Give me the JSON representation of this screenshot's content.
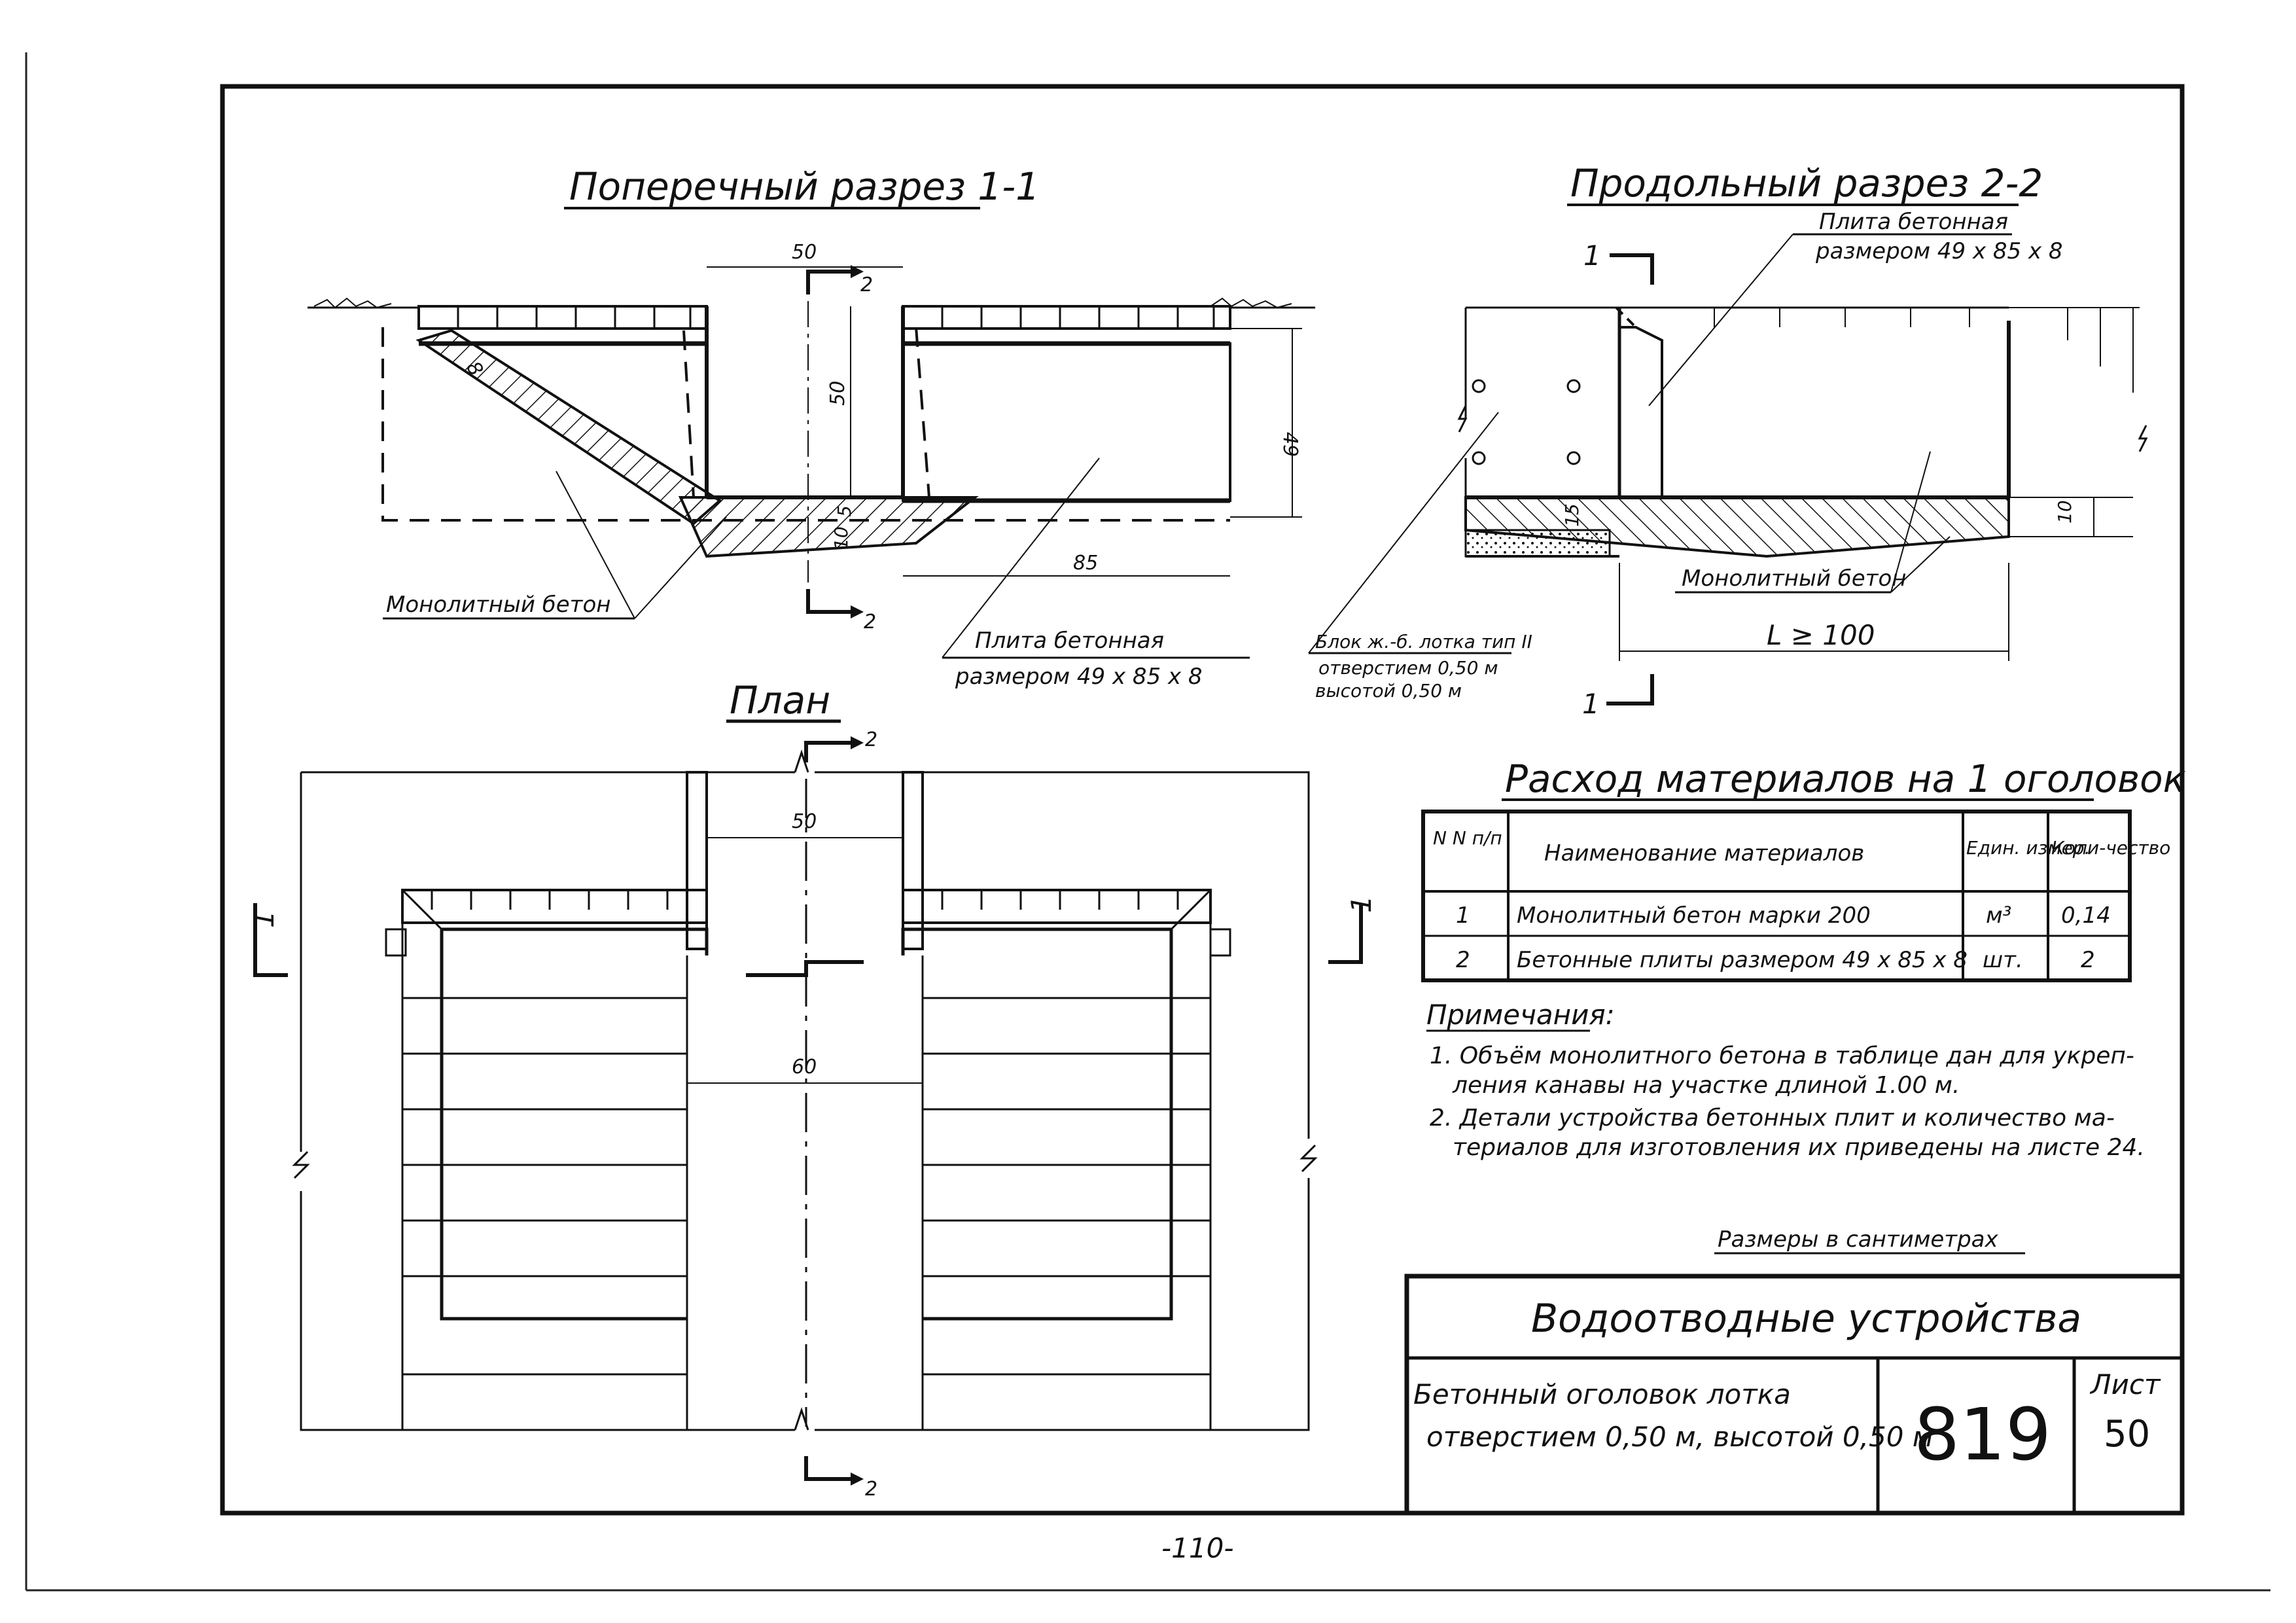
{
  "titles": {
    "cross": "Поперечный разрез 1-1",
    "long": "Продольный разрез 2-2",
    "plan": "План",
    "materials": "Расход материалов на 1 оголовок"
  },
  "cross_section": {
    "dim_top": "50",
    "dim_height_center": "50",
    "dim_height_right": "49",
    "dim_thick": "8",
    "dim_bottom_a": "10",
    "dim_bottom_b": "5",
    "dim_slab": "85",
    "label_concrete": "Монолитный бетон",
    "label_slab_1": "Плита бетонная",
    "label_slab_2": "размером 49 x 85 x 8",
    "cut_mark": "2"
  },
  "long_section": {
    "label_slab_1": "Плита бетонная",
    "label_slab_2": "размером 49 x 85 x 8",
    "label_block_1": "Блок ж.-б. лотка тип II",
    "label_block_2": "отверстием 0,50 м",
    "label_block_3": "высотой 0,50 м",
    "label_concrete": "Монолитный бетон",
    "dim_length": "L ≥ 100",
    "dim_15": "15",
    "dim_10": "10",
    "cut_mark": "1"
  },
  "plan": {
    "dim_50": "50",
    "dim_60": "60",
    "cut_1": "1",
    "cut_2": "2"
  },
  "materials_table": {
    "headers": [
      "N N п/п",
      "Наименование материалов",
      "Един. измер.",
      "Коли-чество"
    ],
    "rows": [
      {
        "n": "1",
        "name": "Монолитный бетон марки 200",
        "unit": "м³",
        "qty": "0,14"
      },
      {
        "n": "2",
        "name": "Бетонные плиты размером 49 x 85 x 8",
        "unit": "шт.",
        "qty": "2"
      }
    ]
  },
  "notes": {
    "heading": "Примечания:",
    "lines": [
      "1. Объём монолитного бетона в таблице дан для укреп-",
      "ления канавы на участке длиной 1.00 м.",
      "2. Детали устройства бетонных плит и количество ма-",
      "териалов для изготовления их приведены на листе 24."
    ]
  },
  "units_note": "Размеры в сантиметрах",
  "title_block": {
    "header": "Водоотводные устройства",
    "name_line1": "Бетонный оголовок лотка",
    "name_line2": "отверстием 0,50 м, высотой 0,50 м",
    "number": "819",
    "sheet_label": "Лист",
    "sheet_num": "50"
  },
  "page_number": "-110-"
}
